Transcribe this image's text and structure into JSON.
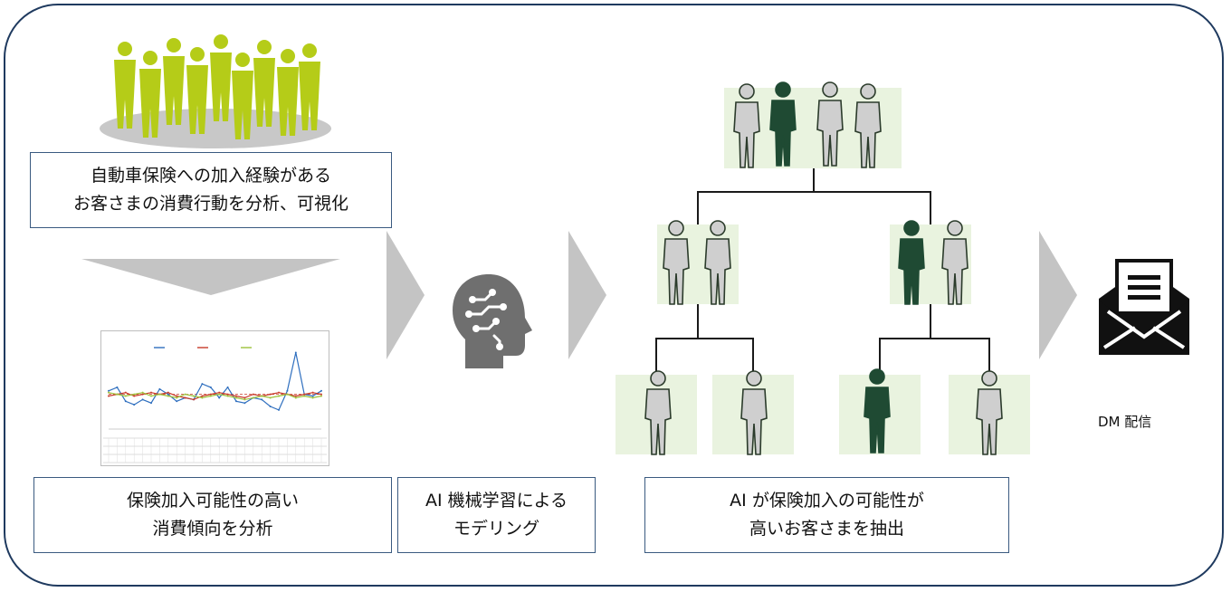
{
  "captions": {
    "top_left": "自動車保険への加入経験がある\nお客さまの消費行動を分析、可視化",
    "bottom_left": "保険加入可能性の高い\n消費傾向を分析",
    "ai_modeling": "AI 機械学習による\nモデリング",
    "ai_extract": "AI が保険加入の可能性が\n高いお客さまを抽出",
    "dm": "DM 配信"
  },
  "colors": {
    "frame": "#1f3a5f",
    "crowd": "#b5cc18",
    "crowd_shadow": "#c8c8c8",
    "arrow": "#c4c4c4",
    "tile": "#e9f3df",
    "person_light": "#cfcfcf",
    "person_dark": "#1f4a33",
    "brain": "#6f6f6f",
    "mail": "#111111"
  },
  "icons": [
    "crowd-icon",
    "line-chart-thumbnail",
    "ai-brain-icon",
    "person-icon",
    "envelope-mail-icon"
  ],
  "chart_data": {
    "type": "line",
    "series": [
      {
        "color": "#2f6fbf",
        "values": [
          22,
          24,
          16,
          14,
          17,
          15,
          23,
          20,
          16,
          18,
          17,
          26,
          24,
          18,
          24,
          16,
          15,
          18,
          17,
          13,
          11,
          22,
          44,
          20,
          19,
          22
        ]
      },
      {
        "color": "#c83a2a",
        "values": [
          19,
          20,
          21,
          19,
          20,
          21,
          20,
          21,
          19,
          18,
          17,
          19,
          20,
          21,
          20,
          19,
          18,
          20,
          19,
          20,
          21,
          20,
          19,
          20,
          21,
          20
        ]
      },
      {
        "color": "#9cc23a",
        "values": [
          21,
          20,
          19,
          20,
          21,
          19,
          20,
          19,
          18,
          20,
          19,
          18,
          19,
          20,
          19,
          18,
          17,
          18,
          19,
          18,
          19,
          20,
          18,
          19,
          18,
          19
        ]
      }
    ],
    "ylim": [
      0,
      50
    ]
  }
}
